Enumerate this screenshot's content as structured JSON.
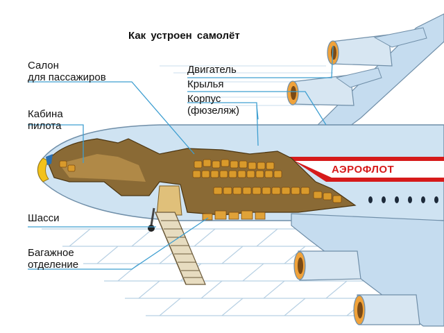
{
  "title": "Как устроен самолёт",
  "labels": {
    "salon": "Салон\nдля пассажиров",
    "kabina": "Кабина\nпилота",
    "shassi": "Шасси",
    "bagazh": "Багажное\nотделение",
    "dvigatel": "Двигатель",
    "krylya": "Крылья",
    "korpus": "Корпус\n(фюзеляж)"
  },
  "brand": "АЭРОФЛОТ",
  "colors": {
    "fuselage": "#cfe3f2",
    "wing": "#c5dcef",
    "stripe": "#d61a1a",
    "cabin_wall": "#7a5a2a",
    "seats": "#d99a2b",
    "nose": "#f2c21a",
    "leader_line": "#3f9fd1",
    "runway_line": "#b7d0e3"
  }
}
